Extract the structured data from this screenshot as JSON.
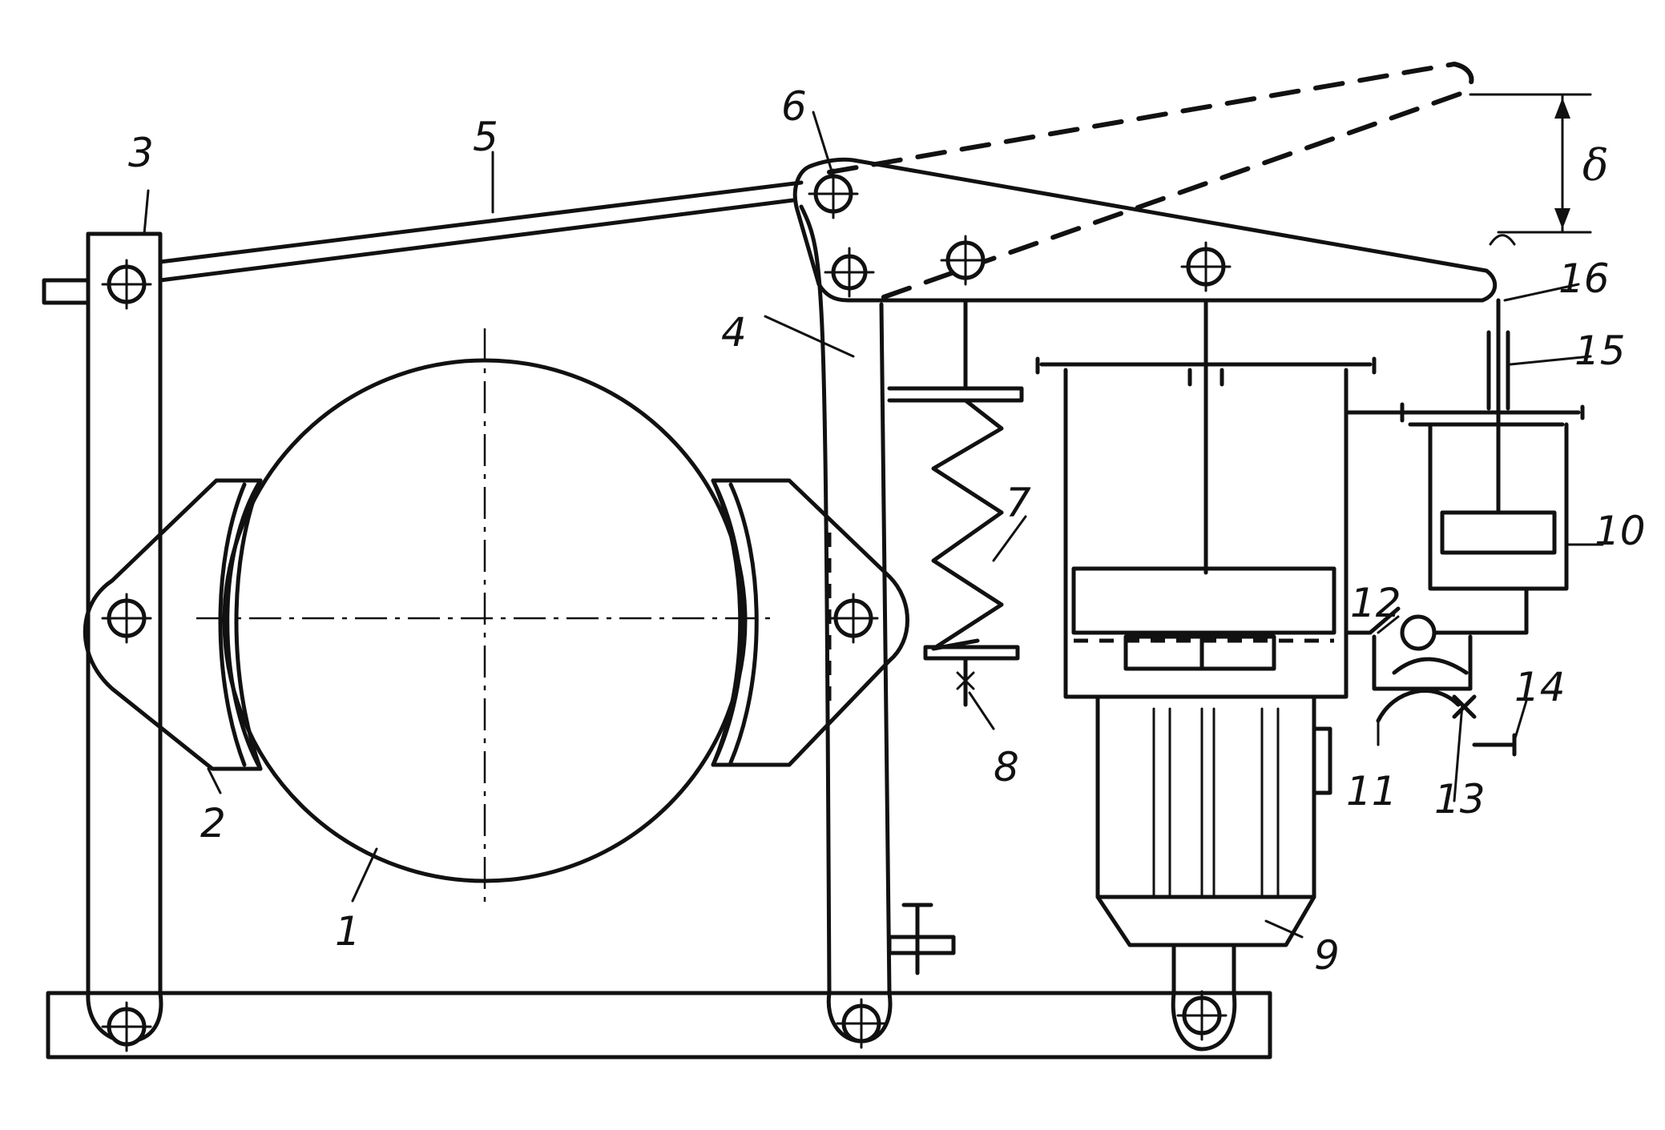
{
  "labels": {
    "l1": "1",
    "l2": "2",
    "l3": "3",
    "l4": "4",
    "l5": "5",
    "l6": "6",
    "l7": "7",
    "l8": "8",
    "l9": "9",
    "l10": "10",
    "l11": "11",
    "l12": "12",
    "l13": "13",
    "l14": "14",
    "l15": "15",
    "l16": "16",
    "gap": "δ"
  }
}
